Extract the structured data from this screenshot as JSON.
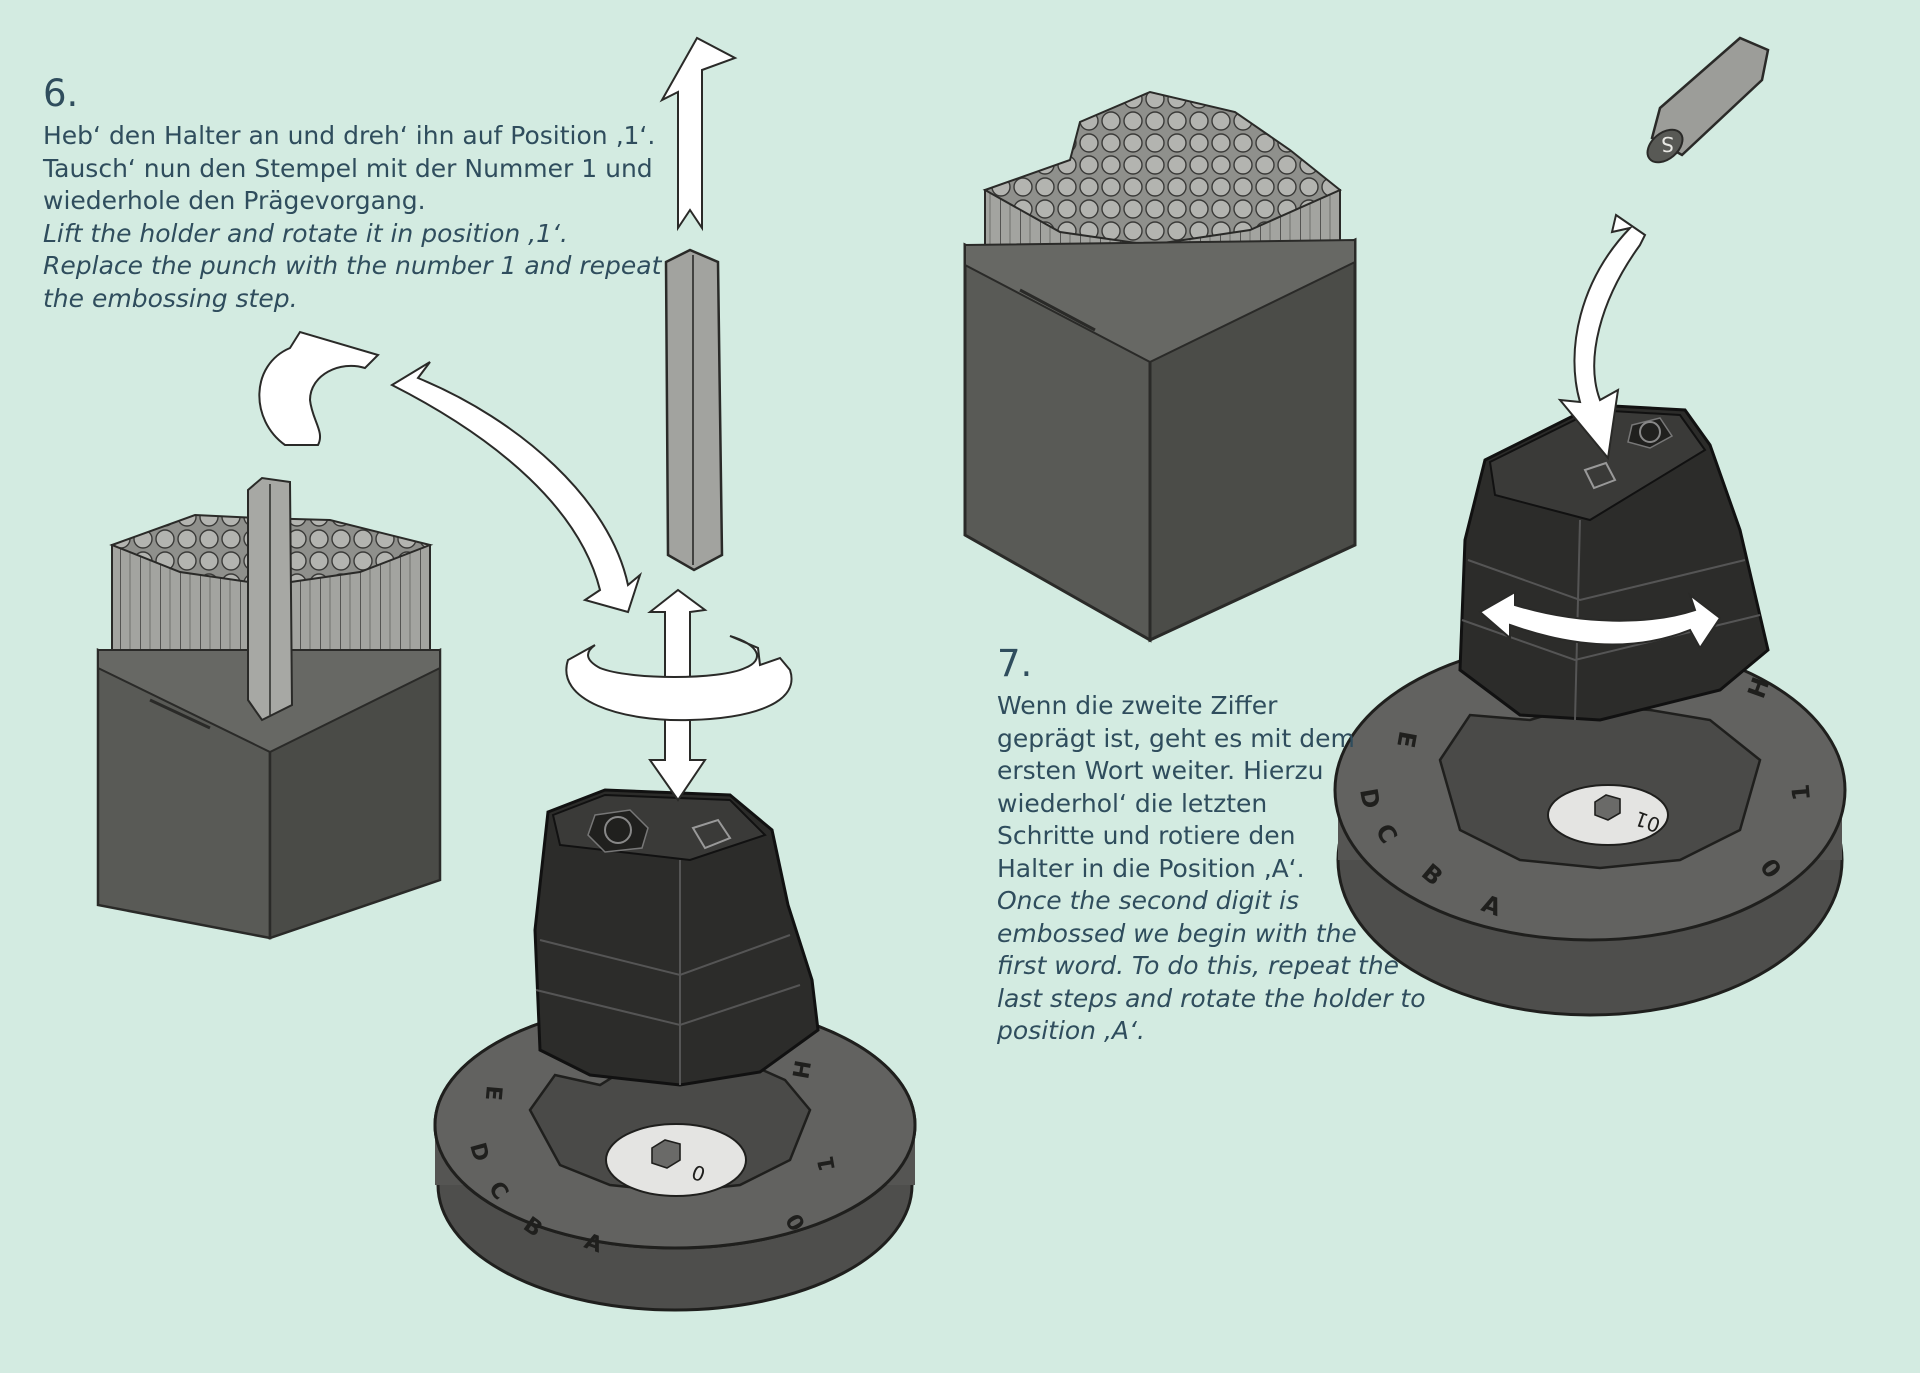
{
  "colors": {
    "background": "#d3ebe1",
    "text": "#2f4d5d",
    "holder_dark": "#2e2e2c",
    "box_dark": "#555652",
    "punch_grey": "#9a9b97",
    "base_grey": "#5c5c5a",
    "arrow_fill": "#ffffff"
  },
  "steps": [
    {
      "number": "6.",
      "german": [
        "Heb‘ den Halter an und dreh‘ ihn auf Position ‚1‘.",
        "Tausch‘ nun den Stempel mit der Nummer 1 und",
        "wiederhole den Prägevorgang."
      ],
      "english": [
        "Lift the holder and rotate it in position ‚1‘.",
        "Replace the punch with the number 1 and repeat",
        "the embossing step."
      ]
    },
    {
      "number": "7.",
      "german": [
        "Wenn die zweite Ziffer",
        "geprägt ist, geht es mit dem",
        "ersten Wort weiter. Hierzu",
        "wiederhol‘ die letzten",
        "Schritte und rotiere den",
        "Halter in die Position ‚A‘."
      ],
      "english": [
        "Once the second digit is",
        "embossed we begin with the",
        "first word. To do this, repeat the",
        "last steps and rotate the holder to",
        "position ‚A‘."
      ]
    }
  ],
  "illustrations": {
    "left_dial_labels": [
      "A",
      "B",
      "C",
      "D",
      "E",
      "H",
      "1",
      "0"
    ],
    "left_center_digit": "0",
    "right_dial_labels": [
      "A",
      "B",
      "C",
      "D",
      "E",
      "H",
      "1",
      "0"
    ],
    "right_center_digits": "01",
    "falling_punch_letter": "S"
  }
}
